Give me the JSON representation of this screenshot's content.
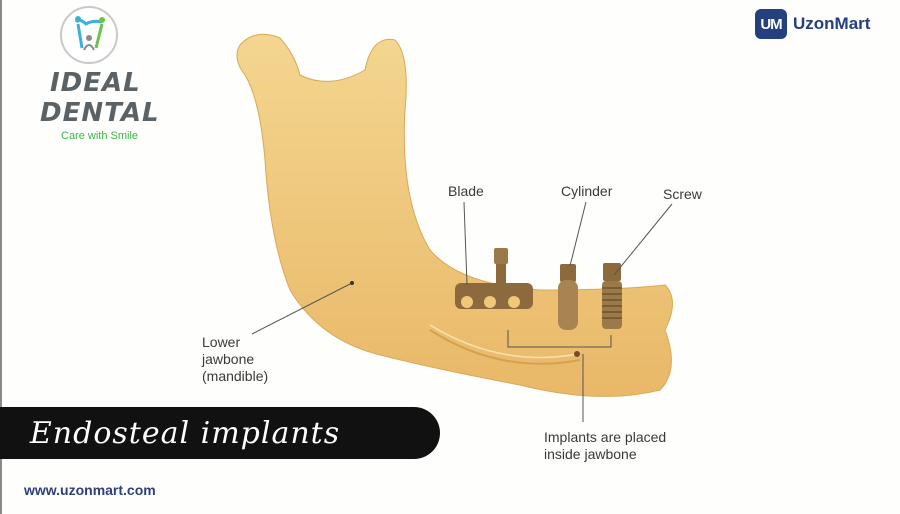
{
  "logo": {
    "line1": "IDEAL",
    "line2": "DENTAL",
    "tagline": "Care with Smile",
    "colors": {
      "text": "#5b6266",
      "tagline": "#3cb64a",
      "figure_blue": "#3ab0e0",
      "figure_green": "#6cc24a"
    }
  },
  "brand": {
    "icon_label": "UM",
    "name": "UzonMart",
    "color": "#24407e"
  },
  "diagram": {
    "bone_color": "#f0c878",
    "labels": {
      "blade": "Blade",
      "cylinder": "Cylinder",
      "screw": "Screw",
      "jawbone_line1": "Lower",
      "jawbone_line2": "jawbone",
      "jawbone_line3": "(mandible)",
      "implants_line1": "Implants are placed",
      "implants_line2": "inside jawbone"
    }
  },
  "banner": {
    "title": "Endosteal implants"
  },
  "footer": {
    "website": "www.uzonmart.com"
  }
}
